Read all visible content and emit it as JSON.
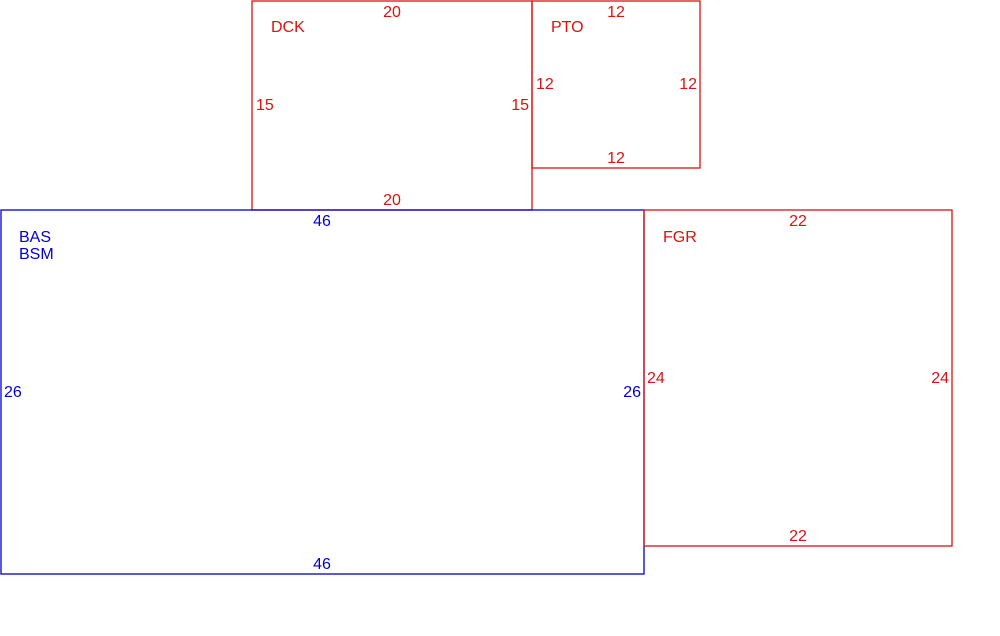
{
  "colors": {
    "main_area": "#0000cc",
    "addition_area": "#dd1111",
    "background": "#ffffff"
  },
  "areas": {
    "dck": {
      "code": "DCK",
      "top": "20",
      "bottom": "20",
      "left": "15",
      "right": "15"
    },
    "pto": {
      "code": "PTO",
      "top": "12",
      "bottom": "12",
      "left": "12",
      "right": "12"
    },
    "bas": {
      "code": "BAS",
      "code2": "BSM",
      "top": "46",
      "bottom": "46",
      "left": "26",
      "right": "26"
    },
    "fgr": {
      "code": "FGR",
      "top": "22",
      "bottom": "22",
      "left": "24",
      "right": "24"
    }
  }
}
